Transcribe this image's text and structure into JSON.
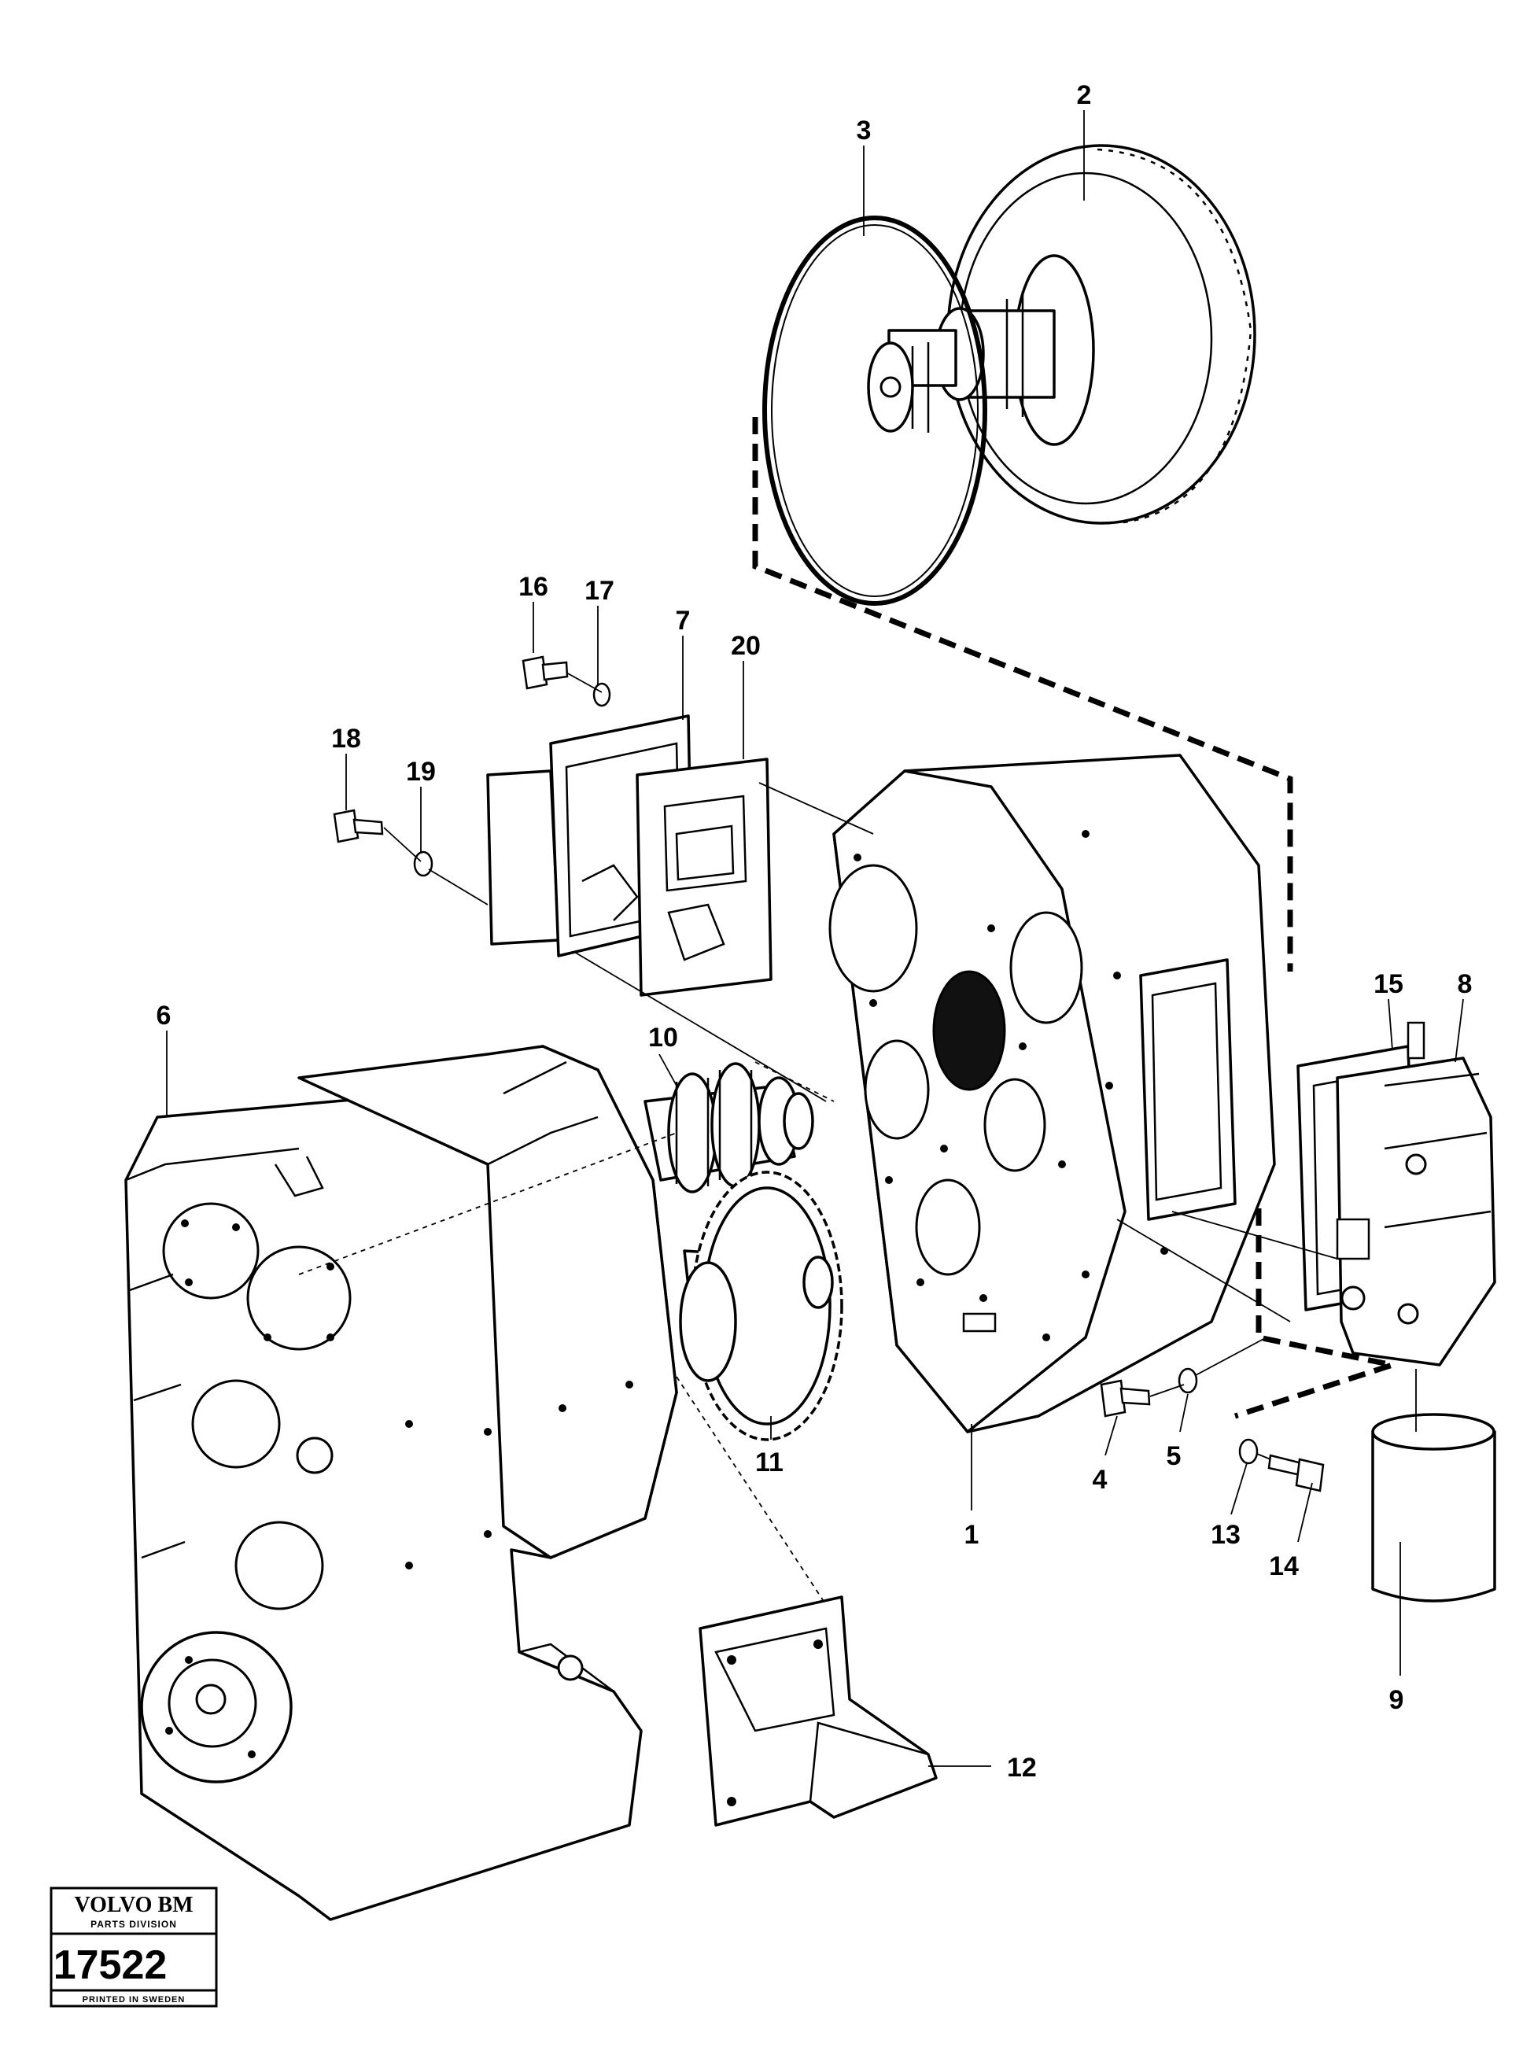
{
  "callouts": [
    "1",
    "2",
    "3",
    "4",
    "5",
    "6",
    "7",
    "8",
    "9",
    "10",
    "11",
    "12",
    "13",
    "14",
    "15",
    "16",
    "17",
    "18",
    "19",
    "20"
  ],
  "stamp": {
    "brand": "VOLVO BM",
    "division": "PARTS DIVISION",
    "number": "17522",
    "footer": "PRINTED IN SWEDEN"
  }
}
